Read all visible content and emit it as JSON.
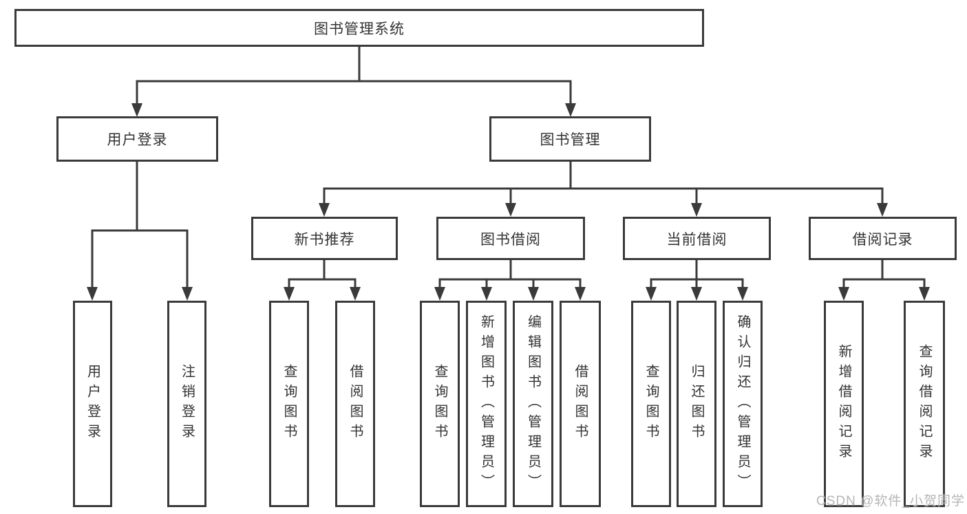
{
  "tree": {
    "root": {
      "label": "图书管理系统",
      "children": [
        {
          "label": "用户登录",
          "children": [
            {
              "label": "用户登录"
            },
            {
              "label": "注销登录"
            }
          ]
        },
        {
          "label": "图书管理",
          "children": [
            {
              "label": "新书推荐",
              "children": [
                {
                  "label": "查询图书"
                },
                {
                  "label": "借阅图书"
                }
              ]
            },
            {
              "label": "图书借阅",
              "children": [
                {
                  "label": "查询图书"
                },
                {
                  "label": "新增图书（管理员）"
                },
                {
                  "label": "编辑图书（管理员）"
                },
                {
                  "label": "借阅图书"
                }
              ]
            },
            {
              "label": "当前借阅",
              "children": [
                {
                  "label": "查询图书"
                },
                {
                  "label": "归还图书"
                },
                {
                  "label": "确认归还（管理员）"
                }
              ]
            },
            {
              "label": "借阅记录",
              "children": [
                {
                  "label": "新增借阅记录"
                },
                {
                  "label": "查询借阅记录"
                }
              ]
            }
          ]
        }
      ]
    }
  },
  "watermark": {
    "text": "CSDN @软件_小贺同学"
  },
  "colors": {
    "line": "#3a3a3a",
    "text": "#333333",
    "background": "#ffffff",
    "watermark": "#a8a8a8"
  }
}
